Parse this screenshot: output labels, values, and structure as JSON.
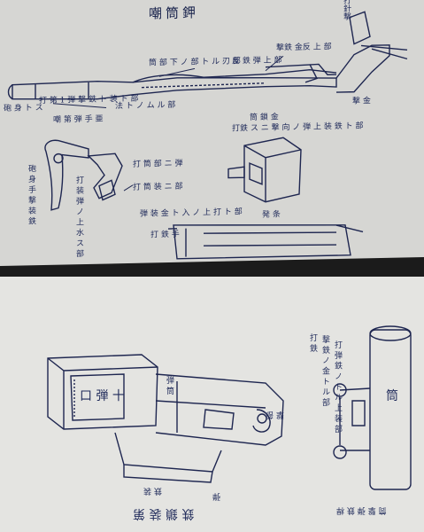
{
  "top_page": {
    "title": "嘲筒鉀",
    "labels": {
      "firing_pin": "打針撃",
      "lever_pin": "撃鉄 金反 上 部",
      "frame_label": "筒 部 下 ノ 部 ト ル 刃 部",
      "barrel_side": "反 鉄 弾 上 部",
      "left_vertical": "砲 身 ト ス",
      "lower_line": "打 第 1 弾 撃 鉄 ト 装 ト 部",
      "left_tag": "嘲 第 弾 手 亜",
      "right_bottom": "撃 金",
      "receiver_title": "筒 鎖 金",
      "receiver_note1": "打鉄 ス ニ 撃 向 ノ 弾 上 装 鉄 ト 部",
      "receiver_note2": "法 ト ノ ム ル 部",
      "sear_note": "打 筒 部 ニ 弾",
      "sear_note2": "打 筒 装 ニ 部",
      "lower_mech": "弾 装 金 ト 入 ノ 上 打 ト 部",
      "handle": "打 鉄 手",
      "vert_left1": "砲 身 手 撃 装 鉄",
      "vert_left2": "打 装 弾 ノ 上 水 ス 部",
      "spring": "発 条"
    }
  },
  "bottom_page": {
    "labels": {
      "box_label": "口 弾 十",
      "box_side": "弾 筒",
      "bottom_left1": "鉄 装",
      "bottom_left2": "弾",
      "bottom_left3": "鉄 鎖 装 第",
      "handle_label": "撃 部",
      "vert_a": "打 鉄",
      "vert_b": "撃 鉄 ノ 金 ト ル 部",
      "vert_c": "打 弾 鉄 ノ ト ル 上 装 部",
      "cyl_label": "筒",
      "bottom_right": "筒 撃 弾 鉄 桿"
    }
  }
}
